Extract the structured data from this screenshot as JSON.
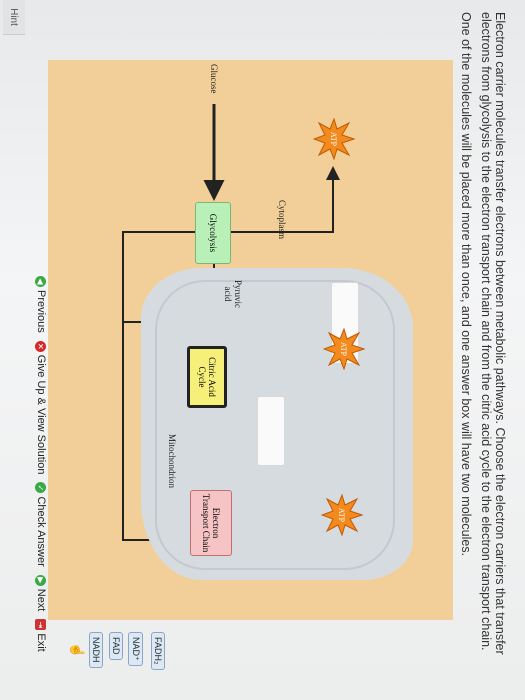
{
  "instructions": {
    "line1": "Electron carrier molecules transfer electrons between metabolic pathways. Choose the electron carriers that transfer electrons from glycolysis to the electron transport chain and from the citric acid cycle to the electron transport chain.",
    "line2": "One of the molecules will be placed more than once, and one answer box will have two molecules."
  },
  "diagram": {
    "glucose": "Glucose",
    "cytoplasm": "Cytoplasm",
    "glycolysis": "Glycolysis",
    "pyruvic_acid": "Pyruvic acid",
    "citric_acid_cycle": "Citric Acid Cycle",
    "mitochondrion": "Mitochondrion",
    "etc": "Electron Transport Chain",
    "atp1": "ATP",
    "atp2": "ATP",
    "atp3": "ATP"
  },
  "answer_bank": {
    "items": [
      "FADH₂",
      "NAD⁺",
      "FAD",
      "NADH"
    ]
  },
  "footer": {
    "hint": "Hint",
    "previous": "Previous",
    "give_up": "Give Up & View Solution",
    "check": "Check Answer",
    "next": "Next",
    "exit": "Exit"
  },
  "colors": {
    "diagram_bg": "#f2cf98",
    "glycolysis": "#b8f0b8",
    "citric": "#f6f07a",
    "etc": "#f6c4c4",
    "atp_star": "#f28a1e"
  }
}
